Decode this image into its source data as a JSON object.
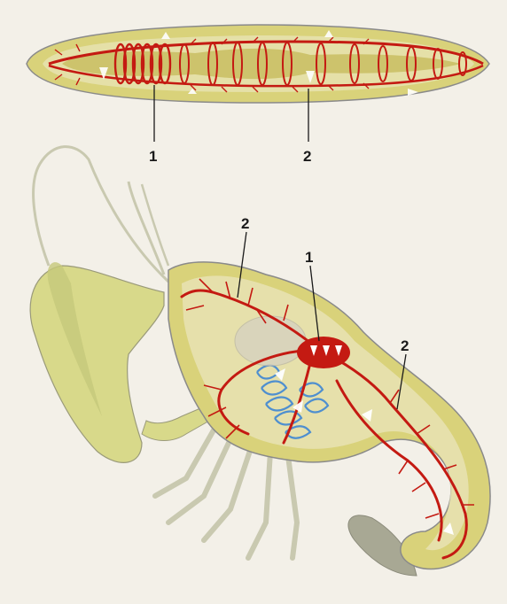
{
  "labels": {
    "worm_heart": "1",
    "worm_vessel": "2",
    "crayfish_heart": "1",
    "crayfish_vessel_front": "2",
    "crayfish_vessel_back": "2"
  },
  "colors": {
    "background": "#f3f0e8",
    "body_fill": "#d9d27a",
    "body_inner": "#e8e4b8",
    "vessel_red": "#c41a12",
    "gill_blue": "#4f8fcf",
    "outline_gray": "#8a8a8a"
  }
}
